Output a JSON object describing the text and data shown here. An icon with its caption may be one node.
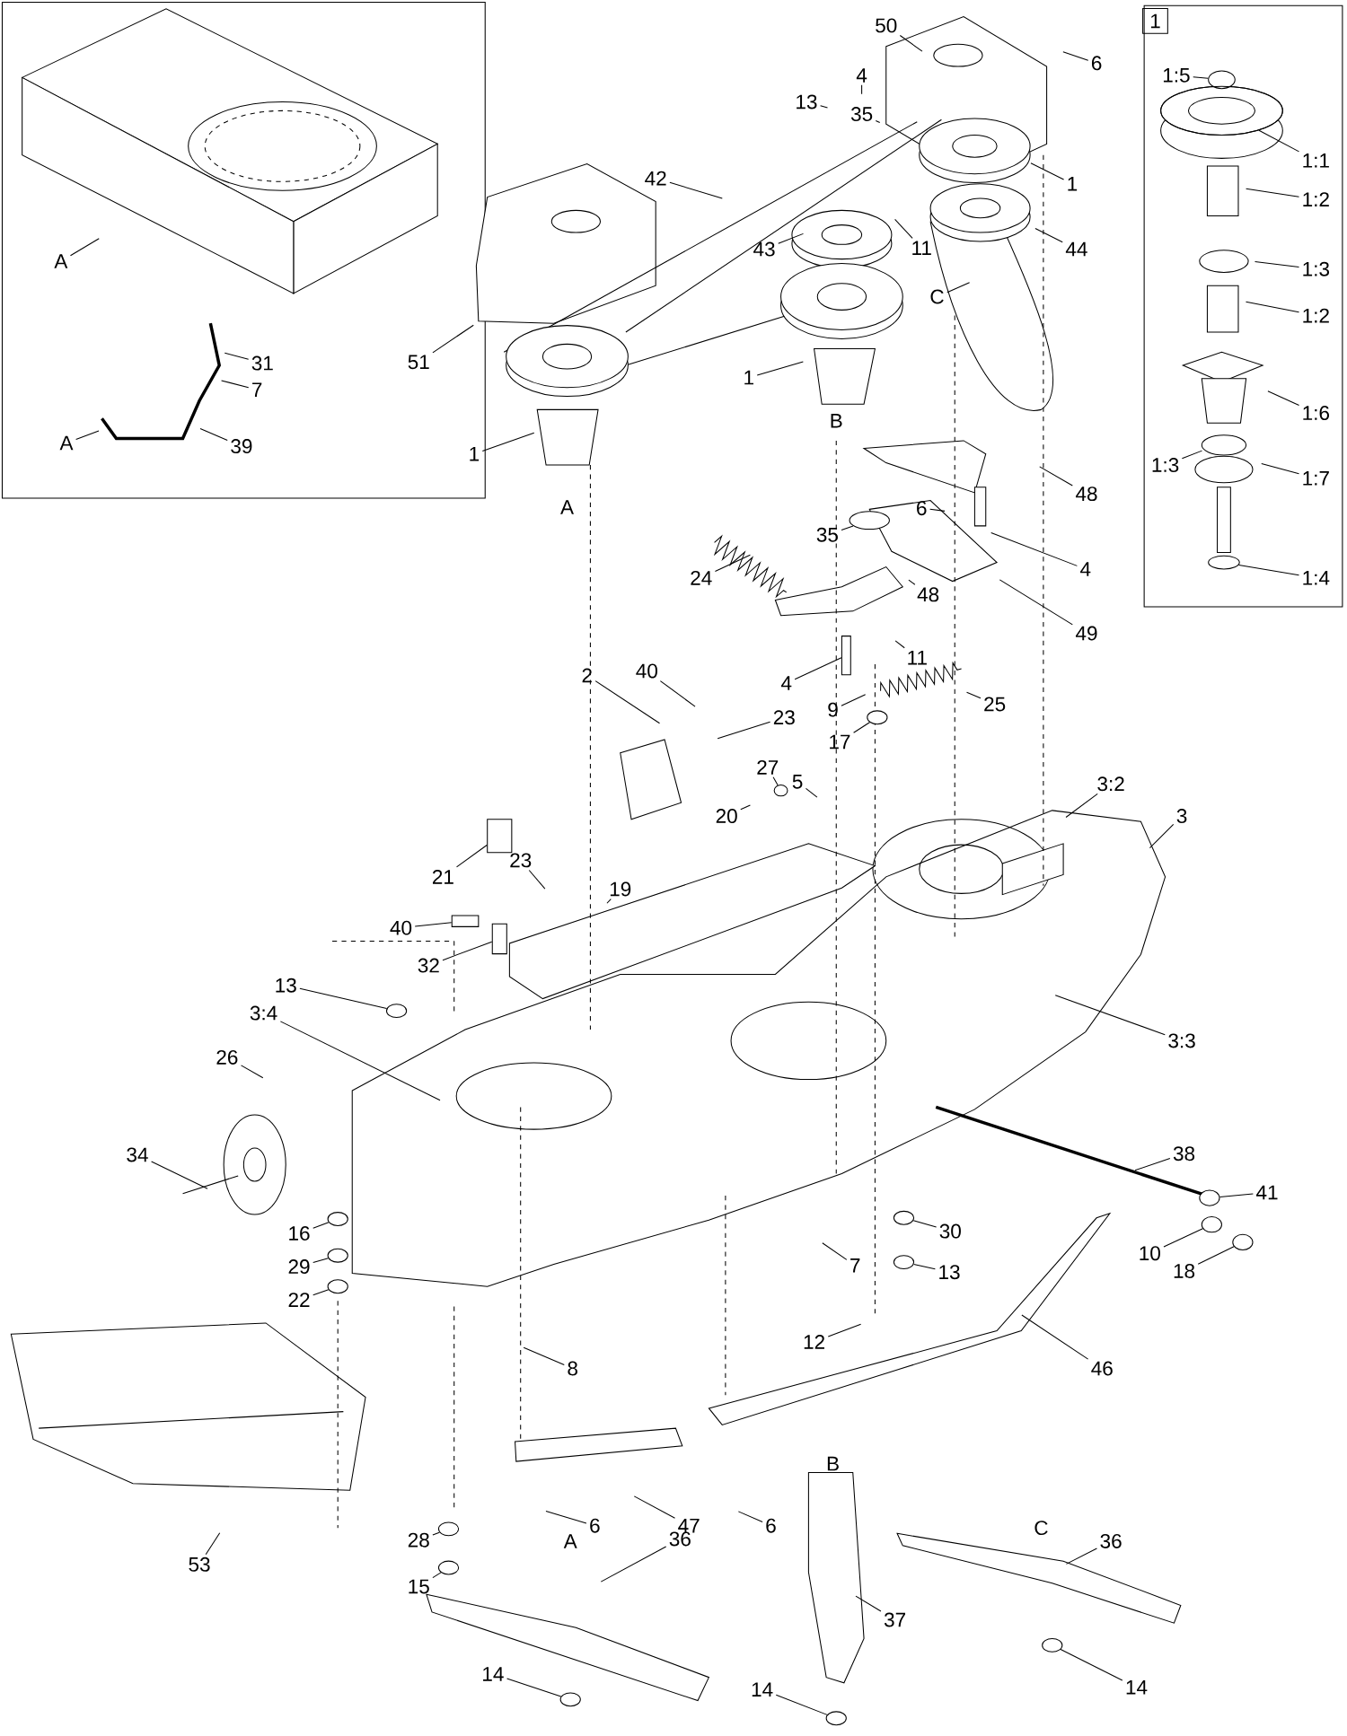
{
  "diagram": {
    "nodes": [
      {
        "text": [
          "A"
        ]
      },
      {
        "text": [
          "31"
        ]
      },
      {
        "text": [
          "7"
        ]
      },
      {
        "text": [
          "A"
        ]
      },
      {
        "text": [
          "39"
        ]
      },
      {
        "text": [
          "50"
        ]
      },
      {
        "text": [
          "6"
        ]
      },
      {
        "text": [
          "4"
        ]
      },
      {
        "text": [
          "35"
        ]
      },
      {
        "text": [
          "13"
        ]
      },
      {
        "text": [
          "42"
        ]
      },
      {
        "text": [
          "43"
        ]
      },
      {
        "text": [
          "11"
        ]
      },
      {
        "text": [
          "1"
        ]
      },
      {
        "text": [
          "44"
        ]
      },
      {
        "text": [
          "C"
        ]
      },
      {
        "text": [
          "51"
        ]
      },
      {
        "text": [
          "1"
        ]
      },
      {
        "text": [
          "1"
        ]
      },
      {
        "text": [
          "35"
        ]
      },
      {
        "text": [
          "6"
        ]
      },
      {
        "text": [
          "48"
        ]
      },
      {
        "text": [
          "4"
        ]
      },
      {
        "text": [
          "24"
        ]
      },
      {
        "text": [
          "48"
        ]
      },
      {
        "text": [
          "49"
        ]
      },
      {
        "text": [
          "4"
        ]
      },
      {
        "text": [
          "11"
        ]
      },
      {
        "text": [
          "40"
        ]
      },
      {
        "text": [
          "2"
        ]
      },
      {
        "text": [
          "23"
        ]
      },
      {
        "text": [
          "9"
        ]
      },
      {
        "text": [
          "25"
        ]
      },
      {
        "text": [
          "17"
        ]
      },
      {
        "text": [
          "27"
        ]
      },
      {
        "text": [
          "5"
        ]
      },
      {
        "text": [
          "20"
        ]
      },
      {
        "text": [
          "3:2"
        ]
      },
      {
        "text": [
          "3"
        ]
      },
      {
        "text": [
          "21"
        ]
      },
      {
        "text": [
          "23"
        ]
      },
      {
        "text": [
          "19"
        ]
      },
      {
        "text": [
          "32"
        ]
      },
      {
        "text": [
          "40"
        ]
      },
      {
        "text": [
          "13"
        ]
      },
      {
        "text": [
          "3:4"
        ]
      },
      {
        "text": [
          "3:3"
        ]
      },
      {
        "text": [
          "26"
        ]
      },
      {
        "text": [
          "34"
        ]
      },
      {
        "text": [
          "38"
        ]
      },
      {
        "text": [
          "41"
        ]
      },
      {
        "text": [
          "10"
        ]
      },
      {
        "text": [
          "18"
        ]
      },
      {
        "text": [
          "30"
        ]
      },
      {
        "text": [
          "7"
        ]
      },
      {
        "text": [
          "13"
        ]
      },
      {
        "text": [
          "16"
        ]
      },
      {
        "text": [
          "29"
        ]
      },
      {
        "text": [
          "22"
        ]
      },
      {
        "text": [
          "12"
        ]
      },
      {
        "text": [
          "46"
        ]
      },
      {
        "text": [
          "8"
        ]
      },
      {
        "text": [
          "53"
        ]
      },
      {
        "text": [
          "28"
        ]
      },
      {
        "text": [
          "15"
        ]
      },
      {
        "text": [
          "6"
        ]
      },
      {
        "text": [
          "47"
        ]
      },
      {
        "text": [
          "6"
        ]
      },
      {
        "text": [
          "36"
        ]
      },
      {
        "text": [
          "37"
        ]
      },
      {
        "text": [
          "36"
        ]
      },
      {
        "text": [
          "14"
        ]
      },
      {
        "text": [
          "14"
        ]
      },
      {
        "text": [
          "14"
        ]
      },
      {
        "text": [
          "1:5"
        ]
      },
      {
        "text": [
          "1:1"
        ]
      },
      {
        "text": [
          "1:2"
        ]
      },
      {
        "text": [
          "1:3"
        ]
      },
      {
        "text": [
          "1:2"
        ]
      },
      {
        "text": [
          "1:6"
        ]
      },
      {
        "text": [
          "1:3"
        ]
      },
      {
        "text": [
          "1:7"
        ]
      },
      {
        "text": [
          "1:4"
        ]
      },
      {
        "text": [],
        "shape": "circle"
      },
      {
        "text": [],
        "shape": "circle"
      },
      {
        "text": [],
        "shape": "circle"
      },
      {
        "text": [],
        "shape": "circle"
      },
      {
        "text": [],
        "shape": "circle"
      },
      {
        "text": [],
        "shape": "circle"
      },
      {
        "text": [],
        "shape": "circle"
      },
      {
        "text": [],
        "shape": "circle"
      },
      {
        "text": [],
        "shape": "circle"
      },
      {
        "text": [],
        "shape": "circle"
      },
      {
        "text": [],
        "shape": "circle"
      },
      {
        "text": [],
        "shape": "circle"
      },
      {
        "text": [],
        "shape": "circle"
      },
      {
        "text": [],
        "shape": "circle"
      },
      {
        "text": [],
        "shape": "circle"
      },
      {
        "text": [],
        "shape": "circle"
      },
      {
        "text": [],
        "shape": "circle"
      },
      {
        "text": [],
        "shape": "circle"
      },
      {
        "text": [],
        "shape": "box"
      },
      {
        "text": [],
        "shape": "circle"
      },
      {
        "text": [],
        "shape": "box"
      },
      {
        "text": [],
        "shape": "box"
      },
      {
        "text": [],
        "shape": "box"
      },
      {
        "text": [],
        "shape": "circle"
      }
    ],
    "edges": [
      {
        "from": 0,
        "to": null,
        "arrow": "none"
      },
      {
        "from": 1,
        "to": null,
        "arrow": "none"
      },
      {
        "from": 2,
        "to": null,
        "arrow": "none"
      },
      {
        "from": 3,
        "to": null,
        "arrow": "none"
      },
      {
        "from": 4,
        "to": null,
        "arrow": "none"
      },
      {
        "from": 5,
        "to": null,
        "arrow": "none"
      },
      {
        "from": 6,
        "to": null,
        "arrow": "none"
      },
      {
        "from": 7,
        "to": null,
        "arrow": "none"
      },
      {
        "from": 8,
        "to": null,
        "arrow": "none"
      },
      {
        "from": 9,
        "to": null,
        "arrow": "none"
      },
      {
        "from": 10,
        "to": null,
        "arrow": "none"
      },
      {
        "from": 11,
        "to": null,
        "arrow": "none"
      },
      {
        "from": 12,
        "to": null,
        "arrow": "none"
      },
      {
        "from": 13,
        "to": null,
        "arrow": "none"
      },
      {
        "from": 14,
        "to": null,
        "arrow": "none"
      },
      {
        "from": 15,
        "to": null,
        "arrow": "none"
      },
      {
        "from": 16,
        "to": null,
        "arrow": "none"
      },
      {
        "from": 17,
        "to": null,
        "arrow": "none"
      },
      {
        "from": 18,
        "to": null,
        "arrow": "none"
      },
      {
        "from": 19,
        "to": 100,
        "arrow": "none"
      },
      {
        "from": 20,
        "to": null,
        "arrow": "none"
      },
      {
        "from": 21,
        "to": null,
        "arrow": "none"
      },
      {
        "from": 22,
        "to": null,
        "arrow": "none"
      },
      {
        "from": 23,
        "to": null,
        "arrow": "none"
      },
      {
        "from": 24,
        "to": null,
        "arrow": "none"
      },
      {
        "from": 25,
        "to": null,
        "arrow": "none"
      },
      {
        "from": 26,
        "to": 101,
        "arrow": "none"
      },
      {
        "from": 27,
        "to": null,
        "arrow": "none"
      },
      {
        "from": 28,
        "to": null,
        "arrow": "none"
      },
      {
        "from": 29,
        "to": null,
        "arrow": "none"
      },
      {
        "from": 30,
        "to": null,
        "arrow": "none"
      },
      {
        "from": 31,
        "to": null,
        "arrow": "none"
      },
      {
        "from": 32,
        "to": null,
        "arrow": "none"
      },
      {
        "from": 33,
        "to": 86,
        "arrow": "none"
      },
      {
        "from": 34,
        "to": 102,
        "arrow": "none"
      },
      {
        "from": 35,
        "to": null,
        "arrow": "none"
      },
      {
        "from": 36,
        "to": null,
        "arrow": "none"
      },
      {
        "from": 37,
        "to": null,
        "arrow": "none"
      },
      {
        "from": 38,
        "to": null,
        "arrow": "none"
      },
      {
        "from": 39,
        "to": 103,
        "arrow": "none"
      },
      {
        "from": 40,
        "to": null,
        "arrow": "none"
      },
      {
        "from": 41,
        "to": null,
        "arrow": "none"
      },
      {
        "from": 42,
        "to": 105,
        "arrow": "none"
      },
      {
        "from": 43,
        "to": 104,
        "arrow": "none"
      },
      {
        "from": 44,
        "to": 85,
        "arrow": "none"
      },
      {
        "from": 45,
        "to": null,
        "arrow": "none"
      },
      {
        "from": 46,
        "to": null,
        "arrow": "none"
      },
      {
        "from": 47,
        "to": null,
        "arrow": "none"
      },
      {
        "from": 48,
        "to": null,
        "arrow": "none"
      },
      {
        "from": 49,
        "to": null,
        "arrow": "none"
      },
      {
        "from": 50,
        "to": 94,
        "arrow": "none"
      },
      {
        "from": 51,
        "to": 95,
        "arrow": "none"
      },
      {
        "from": 52,
        "to": 96,
        "arrow": "none"
      },
      {
        "from": 53,
        "to": 87,
        "arrow": "none"
      },
      {
        "from": 54,
        "to": null,
        "arrow": "none"
      },
      {
        "from": 55,
        "to": 88,
        "arrow": "none"
      },
      {
        "from": 56,
        "to": 89,
        "arrow": "none"
      },
      {
        "from": 57,
        "to": 90,
        "arrow": "none"
      },
      {
        "from": 58,
        "to": 91,
        "arrow": "none"
      },
      {
        "from": 59,
        "to": null,
        "arrow": "none"
      },
      {
        "from": 60,
        "to": null,
        "arrow": "none"
      },
      {
        "from": 61,
        "to": null,
        "arrow": "none"
      },
      {
        "from": 62,
        "to": null,
        "arrow": "none"
      },
      {
        "from": 63,
        "to": 92,
        "arrow": "none"
      },
      {
        "from": 64,
        "to": 93,
        "arrow": "none"
      },
      {
        "from": 65,
        "to": null,
        "arrow": "none"
      },
      {
        "from": 66,
        "to": null,
        "arrow": "none"
      },
      {
        "from": 67,
        "to": null,
        "arrow": "none"
      },
      {
        "from": 68,
        "to": null,
        "arrow": "none"
      },
      {
        "from": 69,
        "to": null,
        "arrow": "none"
      },
      {
        "from": 70,
        "to": null,
        "arrow": "none"
      },
      {
        "from": 71,
        "to": 97,
        "arrow": "none"
      },
      {
        "from": 72,
        "to": 98,
        "arrow": "none"
      },
      {
        "from": 73,
        "to": 99,
        "arrow": "none"
      },
      {
        "from": 74,
        "to": 83,
        "arrow": "none"
      },
      {
        "from": 75,
        "to": 106,
        "arrow": "none"
      },
      {
        "from": 76,
        "to": null,
        "arrow": "none"
      },
      {
        "from": 77,
        "to": null,
        "arrow": "none"
      },
      {
        "from": 78,
        "to": null,
        "arrow": "none"
      },
      {
        "from": 79,
        "to": null,
        "arrow": "none"
      },
      {
        "from": 80,
        "to": null,
        "arrow": "none"
      },
      {
        "from": 81,
        "to": null,
        "arrow": "none"
      },
      {
        "from": 82,
        "to": 84,
        "arrow": "none"
      }
    ],
    "labels": [
      "1",
      "B",
      "A",
      "B",
      "A",
      "C"
    ]
  }
}
